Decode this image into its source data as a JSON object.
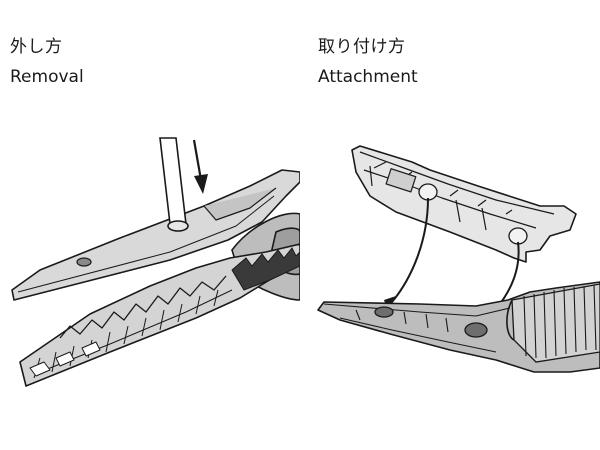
{
  "removal": {
    "title_jp": "外し方",
    "title_en": "Removal"
  },
  "attachment": {
    "title_jp": "取り付け方",
    "title_en": "Attachment"
  },
  "colors": {
    "metal_light": "#d9d9d9",
    "metal_mid": "#bdbdbd",
    "metal_dark": "#9a9a9a",
    "outline": "#1a1a1a",
    "hole": "#6e6e6e"
  }
}
